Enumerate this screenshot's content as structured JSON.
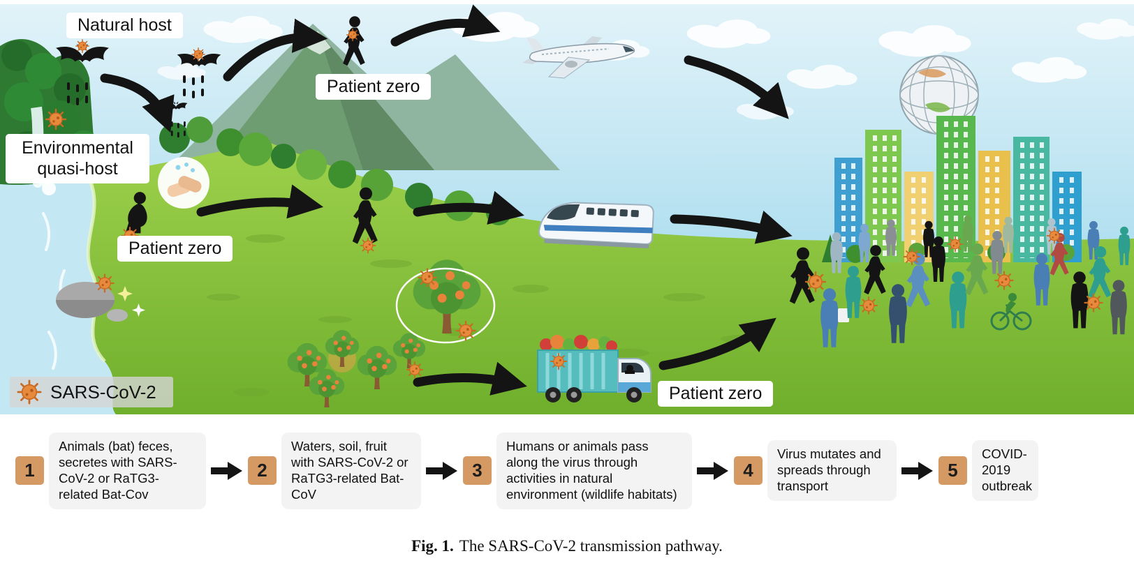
{
  "figure": {
    "caption_label": "Fig. 1.",
    "caption_text": "The SARS-CoV-2 transmission pathway."
  },
  "scene": {
    "labels": {
      "natural_host": "Natural host",
      "environmental_quasi_host": "Environmental quasi-host",
      "patient_zero_top": "Patient zero",
      "patient_zero_left": "Patient zero",
      "patient_zero_bottom": "Patient zero",
      "sars_cov_2": "SARS-CoV-2"
    },
    "colors": {
      "virus_orange": "#e78a3c",
      "grass_green": "#8cc43f",
      "sky_blue": "#bfe3f2",
      "river_blue": "#c3e8f4",
      "arrow_black": "#141414",
      "step_number_bg": "#d59a63",
      "label_bg": "#ffffff"
    }
  },
  "legend": {
    "steps": [
      {
        "number": "1",
        "text": "Animals (bat) feces, secretes with SARS-CoV-2 or RaTG3-related Bat-Cov"
      },
      {
        "number": "2",
        "text": "Waters, soil, fruit with SARS-CoV-2 or RaTG3-related Bat-CoV"
      },
      {
        "number": "3",
        "text": "Humans or animals pass along the virus through activities in natural environment (wildlife habitats)"
      },
      {
        "number": "4",
        "text": "Virus mutates and spreads through transport"
      },
      {
        "number": "5",
        "text": "COVID-2019 outbreak"
      }
    ]
  }
}
